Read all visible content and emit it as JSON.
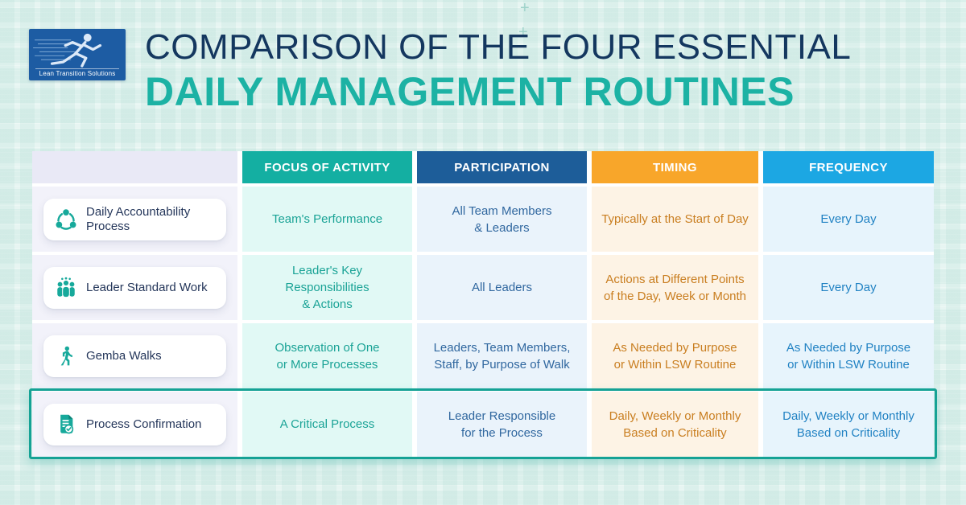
{
  "logo": {
    "text": "Lean Transition Solutions"
  },
  "title": {
    "line1": "COMPARISON OF THE FOUR ESSENTIAL",
    "line2": "DAILY MANAGEMENT ROUTINES"
  },
  "decor": {
    "plus": "+"
  },
  "colors": {
    "accent_teal": "#14afa2",
    "accent_navy": "#1d5d99",
    "accent_orange": "#f8a62a",
    "accent_lightblue": "#1ca7e3",
    "highlight_border": "#15a295",
    "title_navy": "#14375f",
    "title_teal": "#1cb2a4"
  },
  "table": {
    "headers": {
      "focus": "FOCUS OF ACTIVITY",
      "participation": "PARTICIPATION",
      "timing": "TIMING",
      "frequency": "FREQUENCY"
    },
    "rows": [
      {
        "name": "Daily Accountability Process",
        "icon": "cycle-icon",
        "focus": "Team's Performance",
        "participation": "All Team Members\n& Leaders",
        "timing": "Typically at the Start of Day",
        "frequency": "Every Day",
        "highlighted": false
      },
      {
        "name": "Leader Standard Work",
        "icon": "team-icon",
        "focus": "Leader's Key Responsibilities\n& Actions",
        "participation": "All Leaders",
        "timing": "Actions at Different Points\nof the Day, Week or Month",
        "frequency": "Every Day",
        "highlighted": false
      },
      {
        "name": "Gemba Walks",
        "icon": "walking-person-icon",
        "focus": "Observation of One\nor More Processes",
        "participation": "Leaders, Team Members,\nStaff, by Purpose of Walk",
        "timing": "As Needed by Purpose\nor Within LSW Routine",
        "frequency": "As Needed by Purpose\nor Within LSW Routine",
        "highlighted": false
      },
      {
        "name": "Process Confirmation",
        "icon": "document-check-icon",
        "focus": "A Critical Process",
        "participation": "Leader Responsible\nfor the Process",
        "timing": "Daily, Weekly or Monthly\nBased on Criticality",
        "frequency": "Daily, Weekly or Monthly\nBased on Criticality",
        "highlighted": true
      }
    ]
  }
}
